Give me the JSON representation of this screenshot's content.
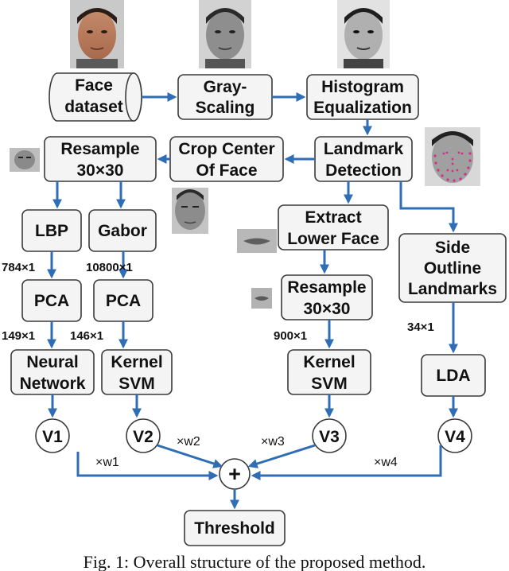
{
  "nodes": {
    "face_dataset": [
      "Face",
      "dataset"
    ],
    "gray_scaling": [
      "Gray-",
      "Scaling"
    ],
    "histogram": [
      "Histogram",
      "Equalization"
    ],
    "landmark": [
      "Landmark",
      "Detection"
    ],
    "crop_center": [
      "Crop Center",
      "Of Face"
    ],
    "resample_face": [
      "Resample",
      "30×30"
    ],
    "lbp": [
      "LBP"
    ],
    "gabor": [
      "Gabor"
    ],
    "pca_left": [
      "PCA"
    ],
    "pca_right": [
      "PCA"
    ],
    "neural_network": [
      "Neural",
      "Network"
    ],
    "kernel_svm_1": [
      "Kernel",
      "SVM"
    ],
    "extract_lower": [
      "Extract",
      "Lower Face"
    ],
    "resample_lower": [
      "Resample",
      "30×30"
    ],
    "kernel_svm_2": [
      "Kernel",
      "SVM"
    ],
    "side_outline": [
      "Side",
      "Outline",
      "Landmarks"
    ],
    "lda": [
      "LDA"
    ],
    "threshold": [
      "Threshold"
    ]
  },
  "votes": [
    "V1",
    "V2",
    "V3",
    "V4"
  ],
  "sum_symbol": "+",
  "dims": {
    "lbp_out": "784×1",
    "gabor_out": "10800×1",
    "pca_left_out": "149×1",
    "pca_right_out": "146×1",
    "lower_out": "900×1",
    "side_out": "34×1"
  },
  "weights": [
    "×w1",
    "×w2",
    "×w3",
    "×w4"
  ],
  "caption": "Fig. 1: Overall structure of the proposed method."
}
